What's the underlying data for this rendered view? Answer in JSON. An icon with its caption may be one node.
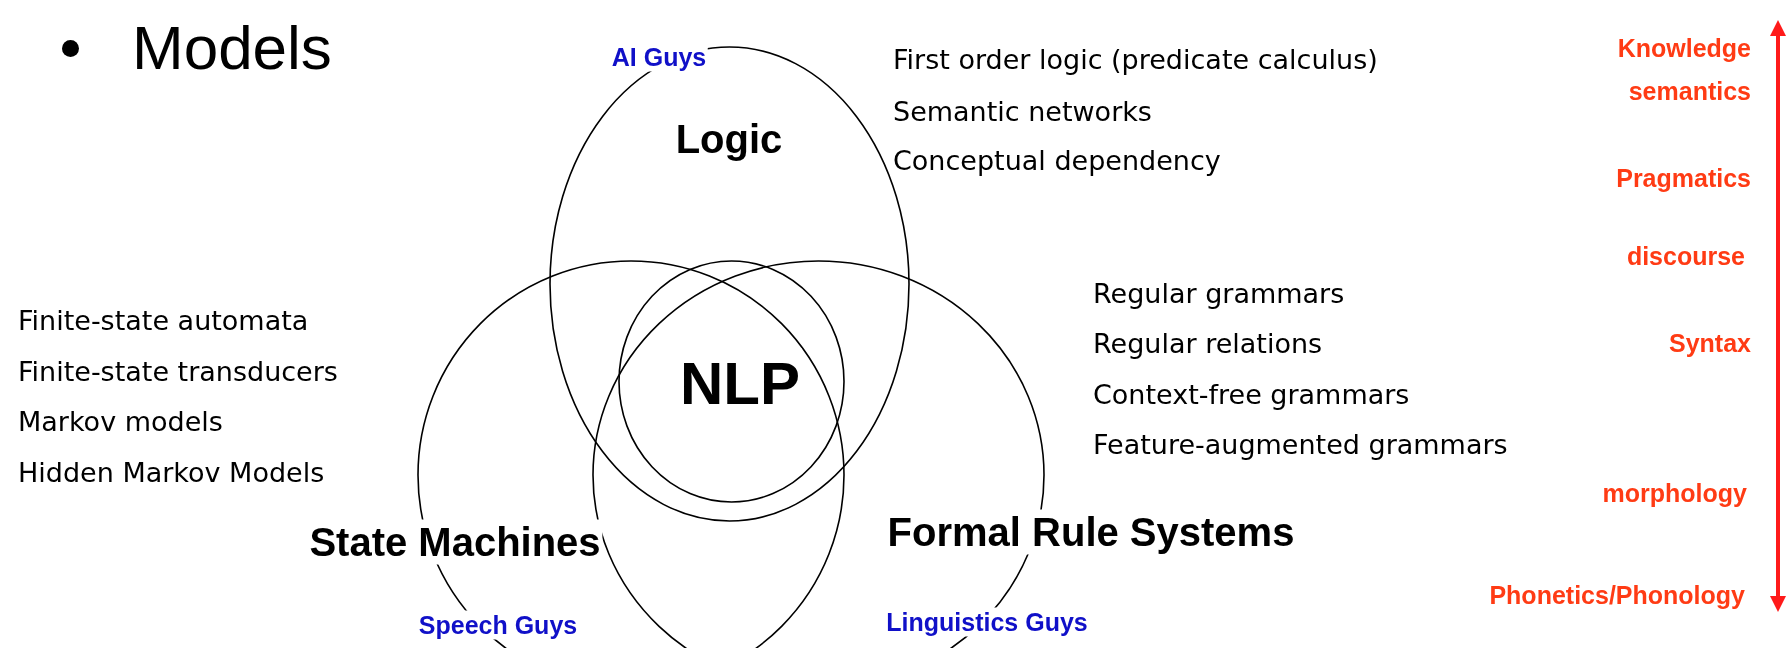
{
  "diagram": {
    "title": "Models",
    "nodes": [
      {
        "text": [
          "Logic"
        ],
        "beside": [
          "AI Guys"
        ]
      },
      {
        "text": [
          "State Machines",
          "Speech Guys"
        ]
      },
      {
        "text": [
          "Formal Rule Systems",
          "Linguistics Guys"
        ]
      },
      {
        "text": [
          "NLP"
        ]
      }
    ],
    "labels": [
      "First order logic (predicate calculus)",
      "Semantic networks",
      "Conceptual dependency",
      "Finite-state automata",
      "Finite-state transducers",
      "Markov models",
      "Hidden Markov Models",
      "Regular grammars",
      "Regular relations",
      "Context-free grammars",
      "Feature-augmented grammars",
      "Knowledge",
      "semantics",
      "Pragmatics",
      "discourse",
      "Syntax",
      "morphology",
      "Phonetics/Phonology"
    ]
  }
}
